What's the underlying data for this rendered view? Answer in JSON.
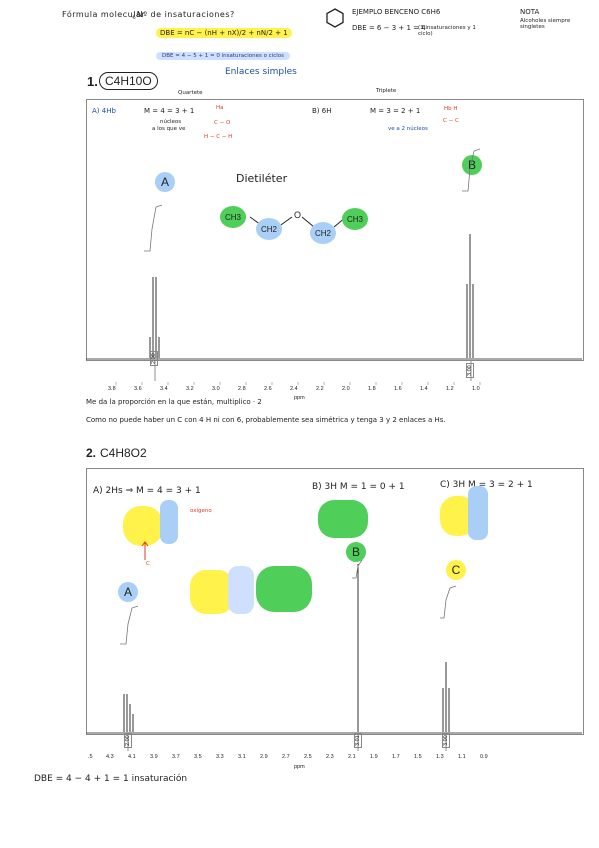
{
  "header": {
    "formula_label": "Fórmula molecular",
    "n_insat_label": "¿Nº de insaturaciones?",
    "dbe_formula": "DBE = nC − (nH + nX)/2 + nN/2 + 1",
    "dbe_example": "DBE = 4 − 5 + 1 = 0 insaturaciones o ciclos",
    "enlaces": "Enlaces simples",
    "ejemplo_title": "EJEMPLO BENCENO C6H6",
    "ejemplo_dbe": "DBE = 6 − 3 + 1 = 4",
    "ejemplo_note": "(3 insaturaciones y 1 ciclo)",
    "nota_title": "NOTA",
    "nota_text": "Alcoholes siempre singletes"
  },
  "section1": {
    "number": "1.",
    "formula": "C4H10O",
    "quartet_label": "Quartete",
    "triplet_label": "Triplete",
    "a_label": "A) 4Hb",
    "a_formula": "M = 4 = 3 + 1",
    "a_note1": "núcleos",
    "a_note2": "a los que ve",
    "b_label": "B) 6H",
    "b_formula": "M = 3 = 2 + 1",
    "b_note": "ve a 2 núcleos",
    "bubble_a": "A",
    "bubble_b": "B",
    "molecule_name": "Dietiléter",
    "mol_ch3_left": "CH3",
    "mol_ch2_left": "CH2",
    "mol_o": "O",
    "mol_ch2_right": "CH2",
    "mol_ch3_right": "CH3",
    "struct_a_top": "Ha",
    "struct_a_mid": "C − O",
    "struct_a_left": "H − C − H",
    "struct_b_top": "Hb H",
    "struct_b_mid": "C − C",
    "integral_left": "2.00",
    "integral_right": "3.00",
    "axis_unit": "ppm",
    "ticks": [
      "3.8",
      "3.6",
      "3.4",
      "3.2",
      "3.0",
      "2.8",
      "2.6",
      "2.4",
      "2.2",
      "2.0",
      "1.8",
      "1.6",
      "1.4",
      "1.2",
      "1.0"
    ],
    "note1": "Me da la proporción en la que están, multiplico · 2",
    "note2": "Como no puede haber un C con 4 H ni con 6, probablemente sea simétrica y tenga 3 y 2 enlaces a Hs."
  },
  "section2": {
    "number": "2.",
    "formula": "C4H8O2",
    "a_label": "A) 2Hs ⇒ M = 4 = 3 + 1",
    "b_label": "B) 3H  M = 1 = 0 + 1",
    "c_label": "C) 3H  M = 3 = 2 + 1",
    "oxigeno": "oxígeno",
    "c_mark": "C",
    "bubble_a": "A",
    "bubble_b": "B",
    "bubble_c": "C",
    "integral_a": "2.00",
    "integral_b": "3.01",
    "integral_c": "3.00",
    "axis_unit": "ppm",
    "ticks": [
      ".5",
      "4.3",
      "4.1",
      "3.9",
      "3.7",
      "3.5",
      "3.3",
      "3.1",
      "2.9",
      "2.7",
      "2.5",
      "2.3",
      "2.1",
      "1.9",
      "1.7",
      "1.5",
      "1.3",
      "1.1",
      "0.9"
    ],
    "dbe": "DBE = 4 − 4 + 1 = 1 insaturación"
  },
  "colors": {
    "yellow": "#fff24a",
    "blue_bubble": "#a9cff6",
    "green_bubble": "#4fcf5a",
    "red_text": "#e03a2a",
    "spectrum": "#333333"
  }
}
